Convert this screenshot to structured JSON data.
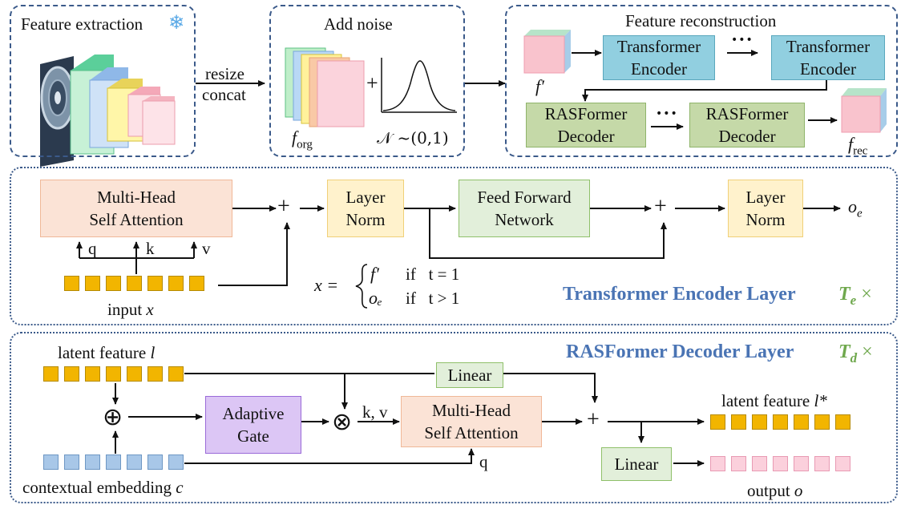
{
  "top": {
    "extraction": {
      "title": "Feature extraction",
      "icon": "snowflake-icon",
      "input_image": "tire-image"
    },
    "resize_label": "resize",
    "concat_label": "concat",
    "noise": {
      "title": "Add noise",
      "plus": "+",
      "f_symbol": "f",
      "f_sub": "org",
      "normal_label": "𝒩 ~(0,1)"
    },
    "reconstruction": {
      "title": "Feature reconstruction",
      "f_prime": "f′",
      "encoder_1": [
        "Transformer",
        "Encoder"
      ],
      "encoder_2": [
        "Transformer",
        "Encoder"
      ],
      "decoder_1": [
        "RASFormer",
        "Decoder"
      ],
      "decoder_2": [
        "RASFormer",
        "Decoder"
      ],
      "ellipsis": "•••",
      "f_rec_symbol": "f",
      "f_rec_sub": "rec"
    }
  },
  "encoder_layer": {
    "mhsa": [
      "Multi-Head",
      "Self Attention"
    ],
    "q": "q",
    "k": "k",
    "v": "v",
    "layer_norm_1": [
      "Layer",
      "Norm"
    ],
    "ffn": [
      "Feed Forward",
      "Network"
    ],
    "layer_norm_2": [
      "Layer",
      "Norm"
    ],
    "plus": "+",
    "output": "o",
    "output_sub": "e",
    "input_label": "input",
    "input_var": "x",
    "eq_lhs": "x =",
    "case1_val": "f′",
    "case1_cond": "if   t = 1",
    "case2_val": "oₑ",
    "case2_cond": "if   t > 1",
    "title": "Transformer Encoder Layer",
    "repeat_symbol": "T",
    "repeat_sub": "e",
    "repeat_times": "×"
  },
  "decoder_layer": {
    "title": "RASFormer Decoder Layer",
    "repeat_symbol": "T",
    "repeat_sub": "d",
    "repeat_times": "×",
    "latent_label": "latent feature",
    "latent_var": "l",
    "context_label": "contextual embedding",
    "context_var": "c",
    "oplus": "⊕",
    "otimes": "⊗",
    "adaptive_gate": [
      "Adaptive",
      "Gate"
    ],
    "kv": "k, v",
    "q": "q",
    "mhsa": [
      "Multi-Head",
      "Self Attention"
    ],
    "linear_top": "Linear",
    "linear_bottom": "Linear",
    "plus": "+",
    "latent_out_label": "latent feature",
    "latent_out_var": "l*",
    "output_label": "output",
    "output_var": "o"
  },
  "colors": {
    "frame": "#3b5a8a",
    "title_blue": "#4a74b4",
    "title_green": "#6fa84d",
    "mhsa_fill": "#fbe3d6",
    "norm_fill": "#fff2cc",
    "ffn_fill": "#e2efda",
    "encoder_fill": "#91cfe0",
    "decoder_fill": "#c5d9a8",
    "gate_fill": "#dcc6f5",
    "token_yellow": "#f2b500",
    "token_blue": "#a8c7e8",
    "token_pink": "#fbd0dc"
  }
}
